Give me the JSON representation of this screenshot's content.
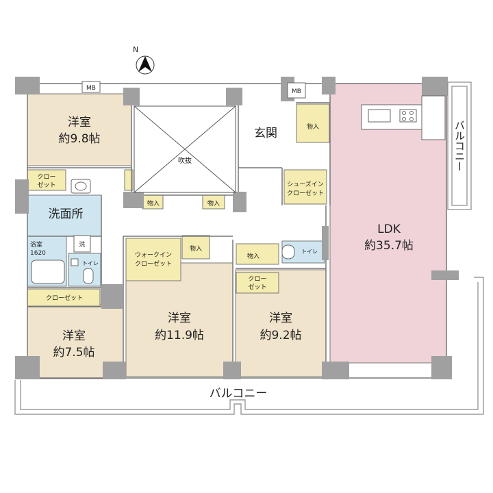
{
  "compass": {
    "north": "N"
  },
  "rooms": {
    "western_nw": {
      "name": "洋室",
      "size": "約9.8帖"
    },
    "atrium": {
      "name": "吹抜"
    },
    "entrance": {
      "name": "玄関"
    },
    "mb_left": {
      "name": "MB"
    },
    "mb_right": {
      "name": "MB"
    },
    "storage_entrance": {
      "name": "物入"
    },
    "shoe_closet": {
      "line1": "シューズイン",
      "line2": "クローゼット"
    },
    "balcony_east": {
      "name": "バルコニー"
    },
    "closet_nw": {
      "line1": "クロー",
      "line2": "ゼット"
    },
    "washroom": {
      "name": "洗面所"
    },
    "storage_hall_1": {
      "name": "物入"
    },
    "storage_hall_2": {
      "name": "物入"
    },
    "bath": {
      "name": "浴室",
      "size": "1620"
    },
    "washer": {
      "name": "洗"
    },
    "toilet_left": {
      "name": "トイレ"
    },
    "walkin": {
      "line1": "ウォークイン",
      "line2": "クローゼット"
    },
    "storage_walkin": {
      "name": "物入"
    },
    "storage_mid": {
      "name": "物入"
    },
    "toilet_mid": {
      "name": "トイレ"
    },
    "closet_mid": {
      "line1": "クロー",
      "line2": "ゼット"
    },
    "closet_sw": {
      "name": "クローゼット"
    },
    "western_sw": {
      "name": "洋室",
      "size": "約7.5帖"
    },
    "western_center": {
      "name": "洋室",
      "size": "約11.9帖"
    },
    "western_se": {
      "name": "洋室",
      "size": "約9.2帖"
    },
    "ldk": {
      "name": "LDK",
      "size": "約35.7帖"
    },
    "balcony_south": {
      "name": "バルコニー"
    }
  },
  "colors": {
    "wall": "#a0a0a0",
    "bedroom": "#f1e4cc",
    "ldk": "#efd3d8",
    "wet": "#cfe6f1",
    "storage": "#f4ecb0",
    "floor": "#ffffff"
  }
}
